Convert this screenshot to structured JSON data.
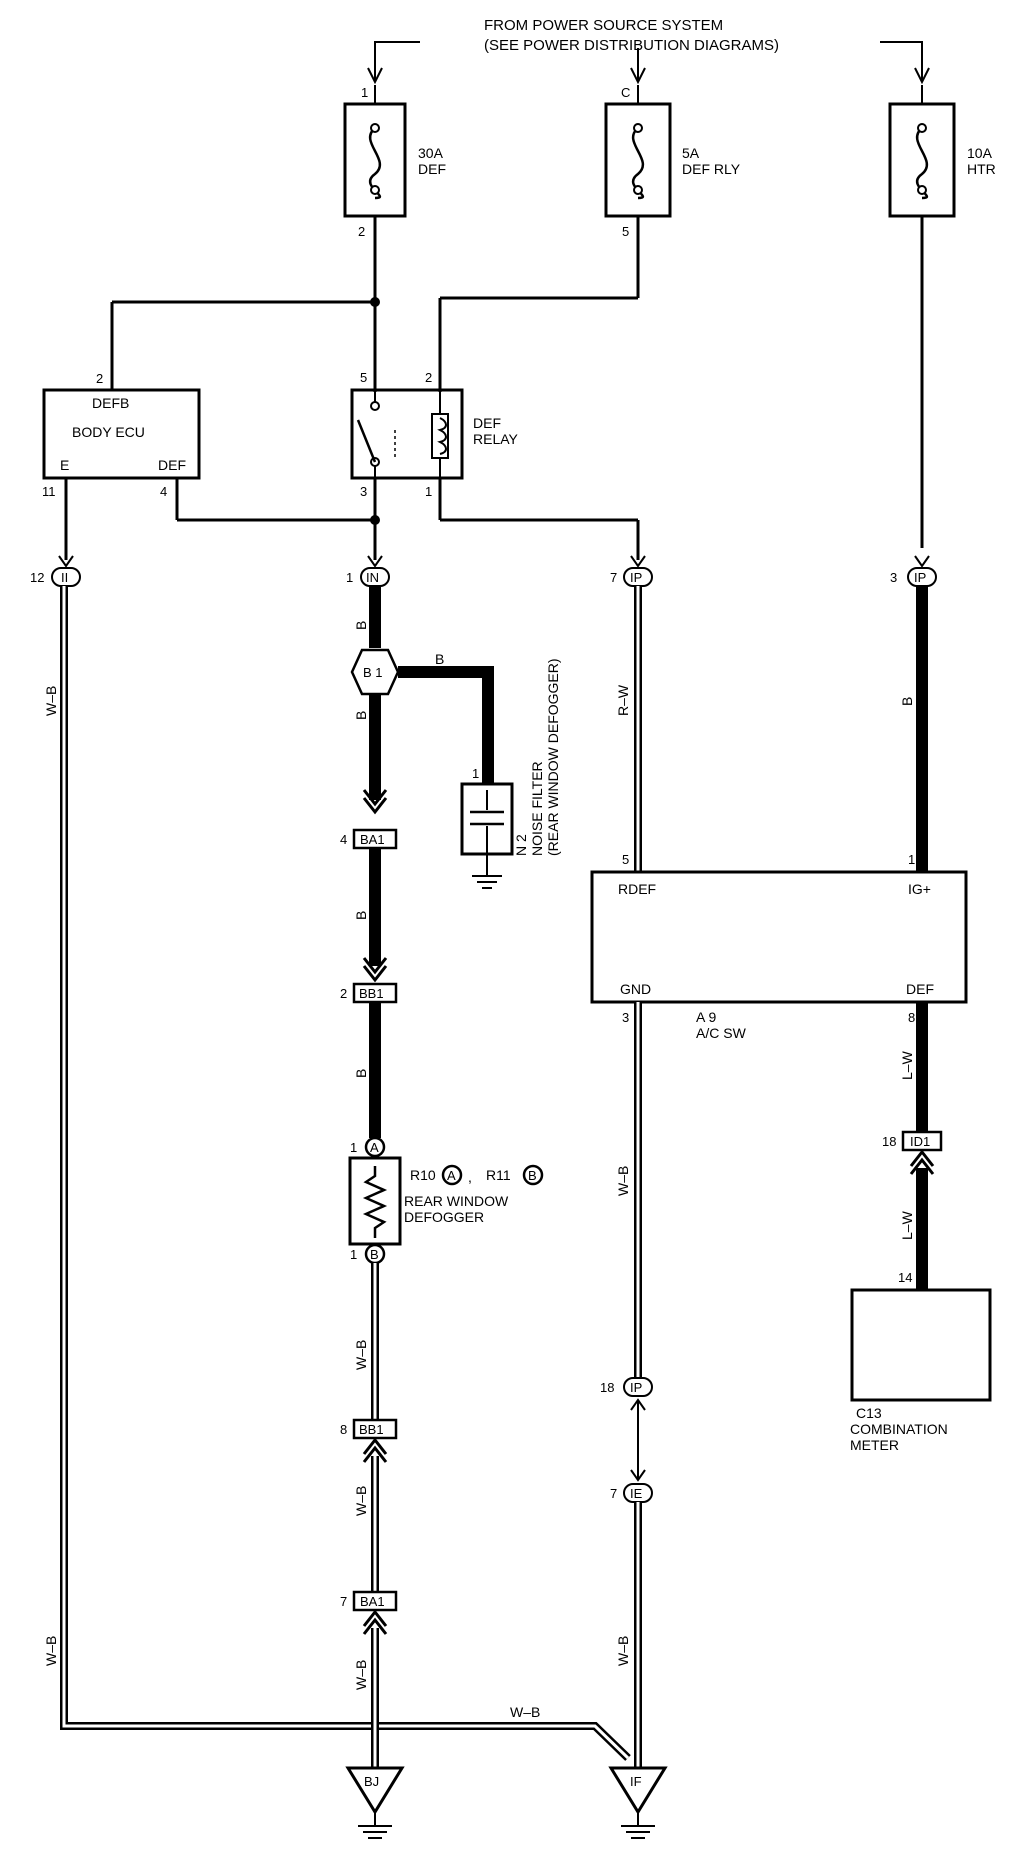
{
  "header": {
    "line1": "FROM POWER SOURCE SYSTEM",
    "line2": "(SEE POWER DISTRIBUTION DIAGRAMS)"
  },
  "fuses": [
    {
      "name": "30A",
      "sub": "DEF",
      "pin_in": "1",
      "pin_out": "2"
    },
    {
      "name": "5A",
      "sub": "DEF RLY",
      "pin_in": "C",
      "pin_out": "5"
    },
    {
      "name": "10A",
      "sub": "HTR"
    }
  ],
  "body_ecu": {
    "title": "BODY ECU",
    "top": "DEFB",
    "left": "E",
    "right": "DEF",
    "pin_top": "2",
    "pin_e": "11",
    "pin_def": "4"
  },
  "relay": {
    "line1": "DEF",
    "line2": "RELAY",
    "pin_tl": "5",
    "pin_tr": "2",
    "pin_bl": "3",
    "pin_br": "1"
  },
  "connectors": {
    "ii": {
      "label": "II",
      "pin": "12"
    },
    "in": {
      "label": "IN",
      "pin": "1"
    },
    "ip1": {
      "label": "IP",
      "pin": "7"
    },
    "ip2": {
      "label": "IP",
      "pin": "3"
    },
    "b1": {
      "label": "B 1"
    },
    "ba1a": {
      "label": "BA1",
      "pin": "4"
    },
    "bb1a": {
      "label": "BB1",
      "pin": "2"
    },
    "a": {
      "label": "A",
      "pin": "1"
    },
    "b": {
      "label": "B",
      "pin": "1"
    },
    "bb1b": {
      "label": "BB1",
      "pin": "8"
    },
    "ba1b": {
      "label": "BA1",
      "pin": "7"
    },
    "ip3": {
      "label": "IP",
      "pin": "18"
    },
    "ie": {
      "label": "IE",
      "pin": "7"
    },
    "id1": {
      "label": "ID1",
      "pin": "18"
    },
    "bj": {
      "label": "BJ"
    },
    "if": {
      "label": "IF"
    }
  },
  "wires": {
    "b": "B",
    "rw": "R–W",
    "wb": "W–B",
    "lw": "L–W",
    "b_rot": "B"
  },
  "noise_filter": {
    "pin": "1",
    "line1": "N 2",
    "line2": "NOISE FILTER",
    "line3": "(REAR WINDOW DEFOGGER)"
  },
  "ac_sw": {
    "rdef": "RDEF",
    "ig": "IG+",
    "gnd": "GND",
    "def": "DEF",
    "pin_rdef": "5",
    "pin_ig": "1",
    "pin_gnd": "3",
    "pin_def": "8",
    "name1": "A 9",
    "name2": "A/C SW"
  },
  "defogger": {
    "r10": "R10",
    "a": "A",
    "sep": ",",
    "r11": "R11",
    "b": "B",
    "line1": "REAR WINDOW",
    "line2": "DEFOGGER"
  },
  "meter": {
    "pin": "14",
    "name1": "C13",
    "name2": "COMBINATION",
    "name3": "METER"
  }
}
